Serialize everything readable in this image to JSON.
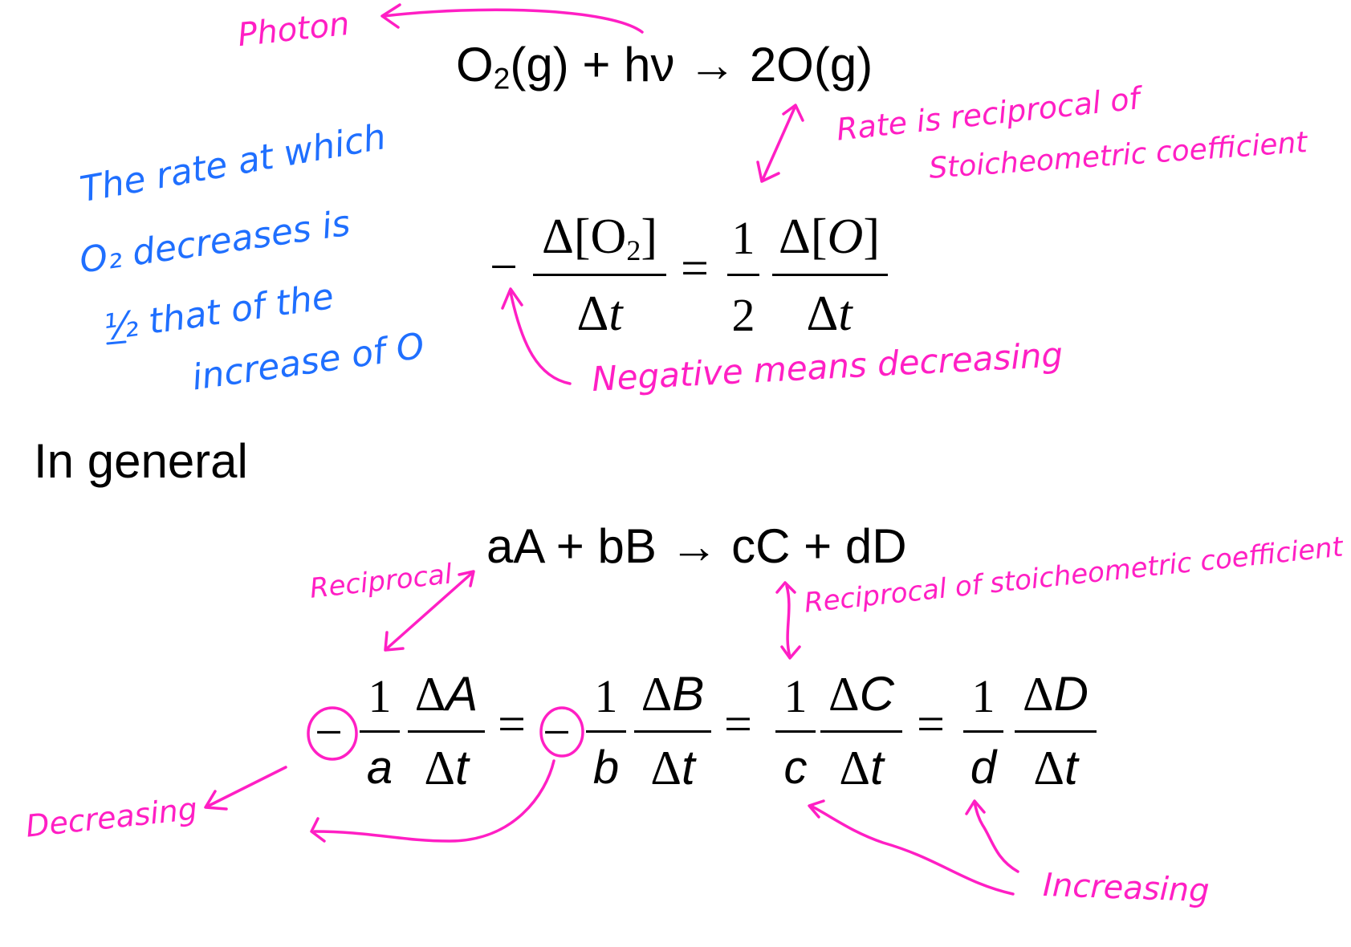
{
  "colors": {
    "annotation_pink": "#ff1fc4",
    "annotation_blue": "#1f6fff",
    "text": "#000000"
  },
  "top_reaction": {
    "o": "O",
    "o_sub": "2",
    "g1": "(g)",
    "plus": "+",
    "photon": "hν",
    "arrow": "→",
    "product": "2O(g)"
  },
  "o2_rate_equation": {
    "minus": "−",
    "lhs_numerator": "Δ[O",
    "lhs_numerator_sub": "2",
    "lhs_numerator_close": "]",
    "lhs_denominator": "Δt",
    "equals": "=",
    "half_numerator": "1",
    "half_denominator": "2",
    "rhs_numerator": "Δ[O]",
    "rhs_denominator": "Δt"
  },
  "section_heading": "In general",
  "general_reaction": "aA + bB → cC + dD",
  "general_rate_equation": {
    "terms": [
      {
        "sign": "−",
        "coef_num": "1",
        "coef_den": "a",
        "delta_num": "ΔA",
        "delta_den": "Δt"
      },
      {
        "sign": "−",
        "coef_num": "1",
        "coef_den": "b",
        "delta_num": "ΔB",
        "delta_den": "Δt"
      },
      {
        "sign": "",
        "coef_num": "1",
        "coef_den": "c",
        "delta_num": "ΔC",
        "delta_den": "Δt"
      },
      {
        "sign": "",
        "coef_num": "1",
        "coef_den": "d",
        "delta_num": "ΔD",
        "delta_den": "Δt"
      }
    ],
    "equals": "="
  },
  "annotations": {
    "photon": "Photon",
    "rate_reciprocal_1": "Rate is reciprocal of",
    "rate_reciprocal_2": "Stoicheometric coefficient",
    "blue_note": [
      "The rate at which",
      "O₂ decreases is",
      "½ that of the",
      "increase of O"
    ],
    "negative_means": "Negative means decreasing",
    "reciprocal": "Reciprocal",
    "reciprocal_of_stoich": "Reciprocal of stoicheometric coefficient",
    "decreasing": "Decreasing",
    "increasing": "Increasing"
  }
}
